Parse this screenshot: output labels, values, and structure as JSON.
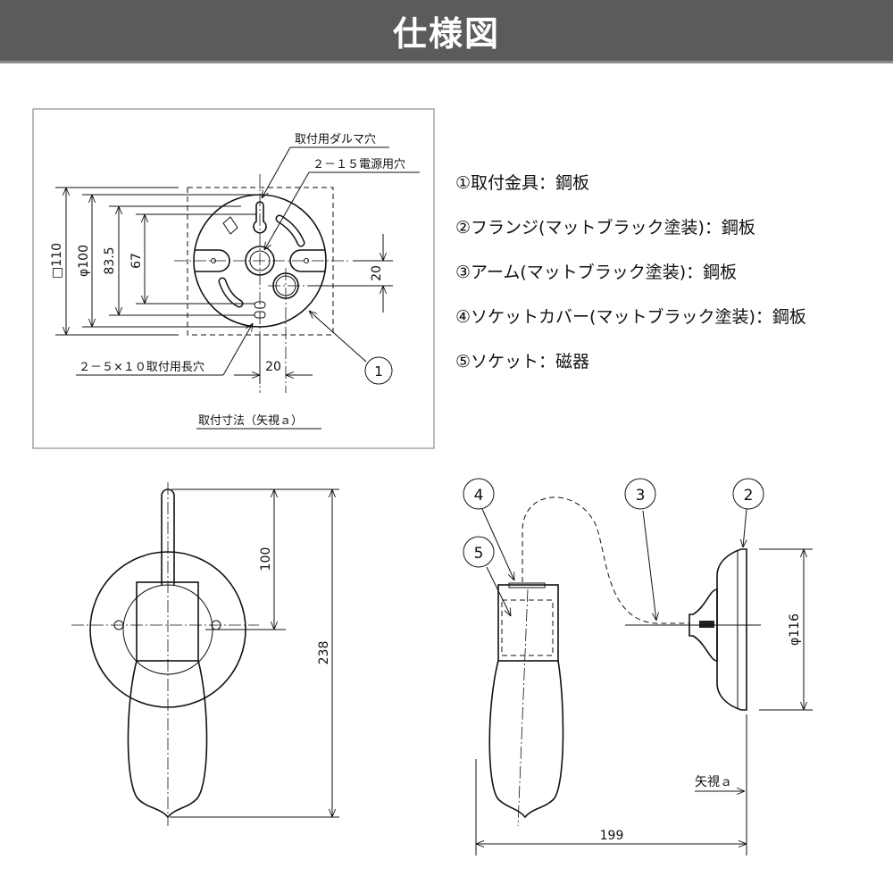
{
  "header": {
    "title": "仕様図"
  },
  "specs": [
    "①取付金具：鋼板",
    "②フランジ(マットブラック塗装)：鋼板",
    "③アーム(マットブラック塗装)：鋼板",
    "④ソケットカバー(マットブラック塗装)：鋼板",
    "⑤ソケット：磁器"
  ],
  "mount_view": {
    "caption": "取付寸法（矢視ａ）",
    "label_keyhole": "取付用ダルマ穴",
    "label_power_hole": "２－１５電源用穴",
    "label_slots": "２－５×１０取付用長穴",
    "dims": {
      "square": "□110",
      "diameter": "φ100",
      "d83": "83.5",
      "d67": "67",
      "offset_v": "20",
      "offset_h": "20"
    },
    "callout": "1"
  },
  "front_view": {
    "dims": {
      "top": "100",
      "total": "238"
    }
  },
  "side_view": {
    "callouts": [
      "4",
      "3",
      "2",
      "5"
    ],
    "dims": {
      "flange": "φ116",
      "depth": "199"
    },
    "view_arrow": "矢視ａ"
  }
}
